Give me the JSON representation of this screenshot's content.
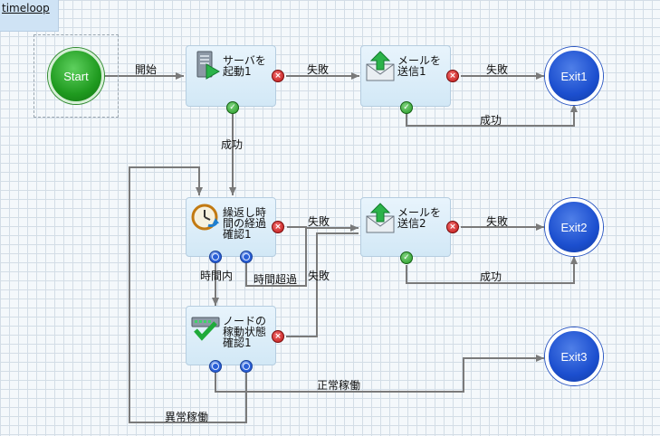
{
  "diagram_title": "timeloop",
  "nodes": {
    "start": {
      "label": "Start"
    },
    "server_start": {
      "label": "サーバを\n起動1"
    },
    "mail_send1": {
      "label": "メールを\n送信1"
    },
    "exit1": {
      "label": "Exit1"
    },
    "time_check": {
      "label": "繰返し時\n間の経過\n確認1"
    },
    "mail_send2": {
      "label": "メールを\n送信2"
    },
    "exit2": {
      "label": "Exit2"
    },
    "node_status": {
      "label": "ノードの\n稼動状態\n確認1"
    },
    "exit3": {
      "label": "Exit3"
    }
  },
  "edges": {
    "start_to_server": "開始",
    "server_fail": "失敗",
    "mail1_fail": "失敗",
    "mail1_success": "成功",
    "server_success": "成功",
    "time_fail": "失敗",
    "mail2_fail": "失敗",
    "mail2_success": "成功",
    "time_within": "時間内",
    "time_exceeded": "時間超過",
    "status_fail": "失敗",
    "status_normal": "正常稼働",
    "status_abnormal": "異常稼働"
  },
  "colors": {
    "line": "#7a7a7a",
    "start_green": "#1f9a1f",
    "exit_blue": "#1c4fcf",
    "fail_red": "#c01818",
    "ok_green": "#239a23"
  }
}
